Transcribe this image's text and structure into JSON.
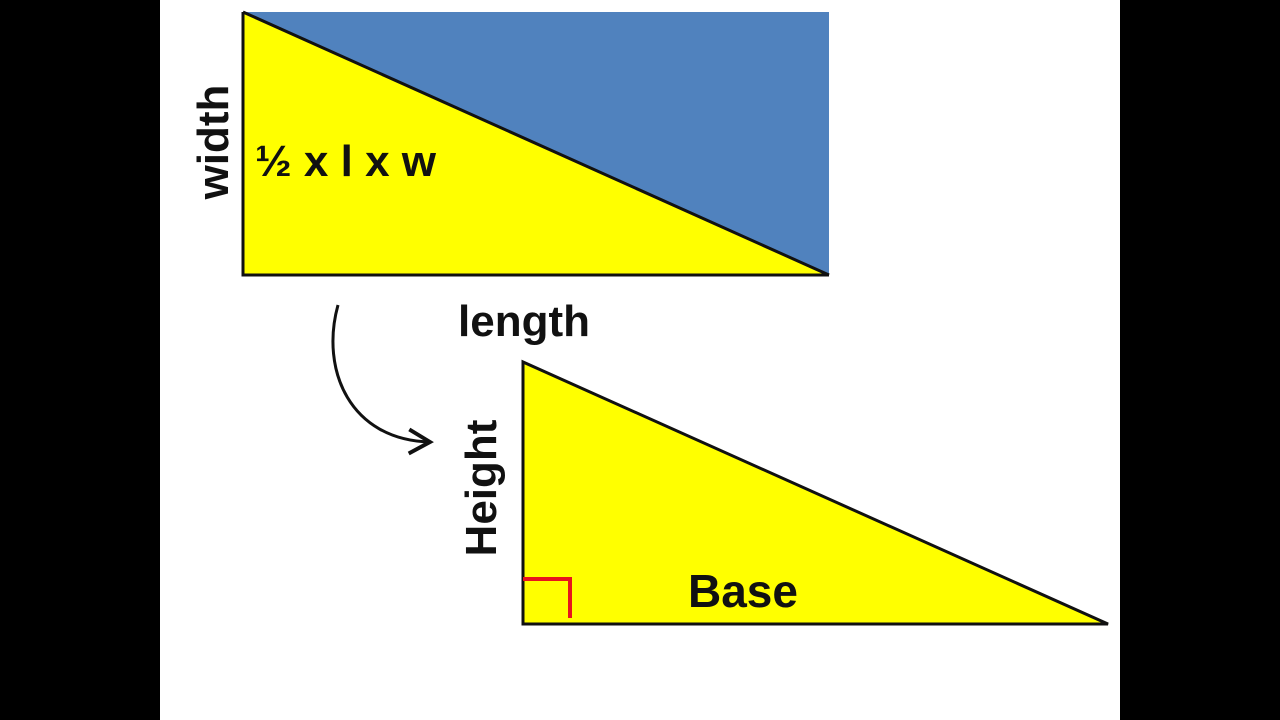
{
  "top_figure": {
    "width_label": "width",
    "length_label": "length",
    "formula": "½ x l x w"
  },
  "bottom_figure": {
    "height_label": "Height",
    "base_label": "Base"
  },
  "colors": {
    "rectangle_fill": "#5082be",
    "triangle_fill": "#ffff00",
    "right_angle_marker": "#e8141c",
    "outline": "#111111"
  }
}
